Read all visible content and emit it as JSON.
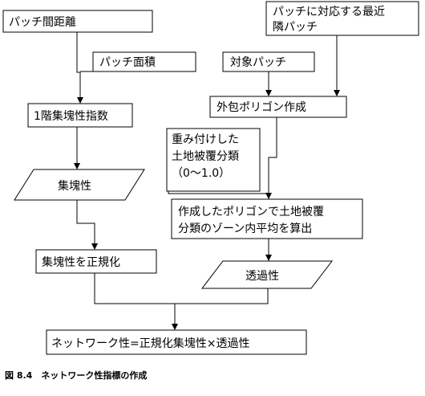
{
  "nodes": {
    "patch_distance": "パッチ間距離",
    "nearest_patch": [
      "パッチに対応する最近",
      "隣パッチ"
    ],
    "patch_area": "パッチ面積",
    "target_patch": "対象パッチ",
    "first_order_index": "1階集塊性指数",
    "convex_polygon": "外包ポリゴン作成",
    "weighted_land_cover": [
      "重み付けした",
      "土地被覆分類",
      "（0〜1.0）"
    ],
    "agglomeration": "集塊性",
    "zone_average": [
      "作成したポリゴンで土地被覆",
      "分類のゾーン内平均を算出"
    ],
    "normalize": "集塊性を正規化",
    "permeability": "透過性",
    "network": "ネットワーク性=正規化集塊性×透過性"
  },
  "caption": "図 8.4　ネットワーク性指標の作成"
}
